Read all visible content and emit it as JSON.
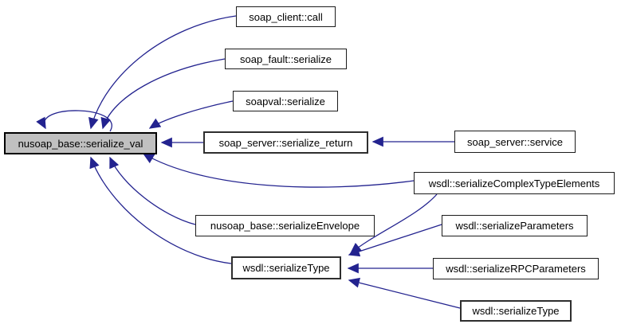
{
  "diagram_type": "doxygen-caller-graph",
  "colors": {
    "edge": "#23238f",
    "current_node_fill": "#c0c0c0",
    "node_fill": "#ffffff",
    "node_border": "#1c1c1c"
  },
  "nodes": [
    {
      "id": "serialize_val",
      "label": "nusoap_base::serialize_val",
      "style": "current"
    },
    {
      "id": "soap_client_call",
      "label": "soap_client::call",
      "style": "normal"
    },
    {
      "id": "soap_fault_serialize",
      "label": "soap_fault::serialize",
      "style": "normal"
    },
    {
      "id": "soapval_serialize",
      "label": "soapval::serialize",
      "style": "normal"
    },
    {
      "id": "serialize_return",
      "label": "soap_server::serialize_return",
      "style": "thick"
    },
    {
      "id": "soap_server_service",
      "label": "soap_server::service",
      "style": "normal"
    },
    {
      "id": "serializeComplexTypeElements",
      "label": "wsdl::serializeComplexTypeElements",
      "style": "normal"
    },
    {
      "id": "serializeEnvelope",
      "label": "nusoap_base::serializeEnvelope",
      "style": "normal"
    },
    {
      "id": "serializeType_left",
      "label": "wsdl::serializeType",
      "style": "thick"
    },
    {
      "id": "serializeParameters",
      "label": "wsdl::serializeParameters",
      "style": "normal"
    },
    {
      "id": "serializeRPCParameters",
      "label": "wsdl::serializeRPCParameters",
      "style": "normal"
    },
    {
      "id": "serializeType_right",
      "label": "wsdl::serializeType",
      "style": "thick"
    }
  ],
  "edges": [
    {
      "from": "nusoap_base::serialize_val",
      "to": "nusoap_base::serialize_val"
    },
    {
      "from": "soap_client::call",
      "to": "nusoap_base::serialize_val"
    },
    {
      "from": "soap_fault::serialize",
      "to": "nusoap_base::serialize_val"
    },
    {
      "from": "soapval::serialize",
      "to": "nusoap_base::serialize_val"
    },
    {
      "from": "soap_server::serialize_return",
      "to": "nusoap_base::serialize_val"
    },
    {
      "from": "soap_server::service",
      "to": "soap_server::serialize_return"
    },
    {
      "from": "wsdl::serializeComplexTypeElements",
      "to": "nusoap_base::serialize_val"
    },
    {
      "from": "nusoap_base::serializeEnvelope",
      "to": "nusoap_base::serialize_val"
    },
    {
      "from": "wsdl::serializeType",
      "to": "nusoap_base::serialize_val"
    },
    {
      "from": "wsdl::serializeComplexTypeElements",
      "to": "wsdl::serializeType"
    },
    {
      "from": "wsdl::serializeParameters",
      "to": "wsdl::serializeType"
    },
    {
      "from": "wsdl::serializeRPCParameters",
      "to": "wsdl::serializeType"
    },
    {
      "from": "wsdl::serializeType",
      "to": "wsdl::serializeType"
    }
  ]
}
